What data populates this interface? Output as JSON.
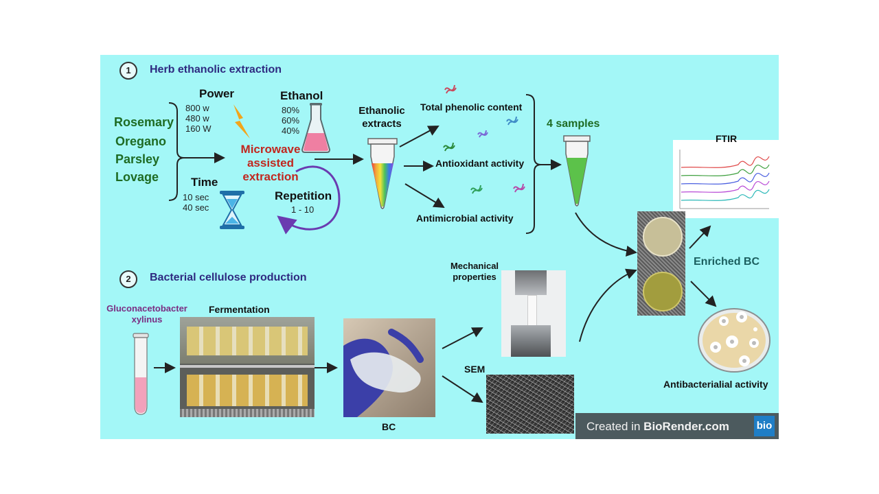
{
  "section1": {
    "number": "1",
    "title": "Herb ethanolic extraction"
  },
  "section2": {
    "number": "2",
    "title": "Bacterial cellulose production"
  },
  "herbs": [
    "Rosemary",
    "Oregano",
    "Parsley",
    "Lovage"
  ],
  "power": {
    "label": "Power",
    "values": [
      "800 w",
      "480 w",
      "160 W"
    ]
  },
  "ethanol": {
    "label": "Ethanol",
    "values": [
      "80%",
      "60%",
      "40%"
    ]
  },
  "time": {
    "label": "Time",
    "values": [
      "10 sec",
      "40 sec"
    ]
  },
  "microwave": {
    "line1": "Microwave",
    "line2": "assisted",
    "line3": "extraction"
  },
  "repetition": {
    "label": "Repetition",
    "range": "1 - 10"
  },
  "extracts": {
    "line1": "Ethanolic",
    "line2": "extracts"
  },
  "assays": [
    "Total phenolic content",
    "Antioxidant activity",
    "Antimicrobial activity"
  ],
  "samples": "4 samples",
  "ftir": "FTIR",
  "enriched_bc": "Enriched BC",
  "antibacterial": "Antibacterialial activity",
  "bacterium": {
    "line1": "Gluconacetobacter",
    "line2": "xylinus"
  },
  "fermentation": "Fermentation",
  "bc": "BC",
  "mechanical": {
    "line1": "Mechanical",
    "line2": "properties"
  },
  "sem": "SEM",
  "credit": {
    "prefix": "Created in ",
    "brand": "BioRender.com",
    "logo": "bio"
  },
  "colors": {
    "background": "#a3f7f7",
    "section_title": "#2e2a80",
    "herb_green": "#1e6b23",
    "microwave_red": "#c1271f",
    "repetition_purple": "#6a3bb0"
  }
}
